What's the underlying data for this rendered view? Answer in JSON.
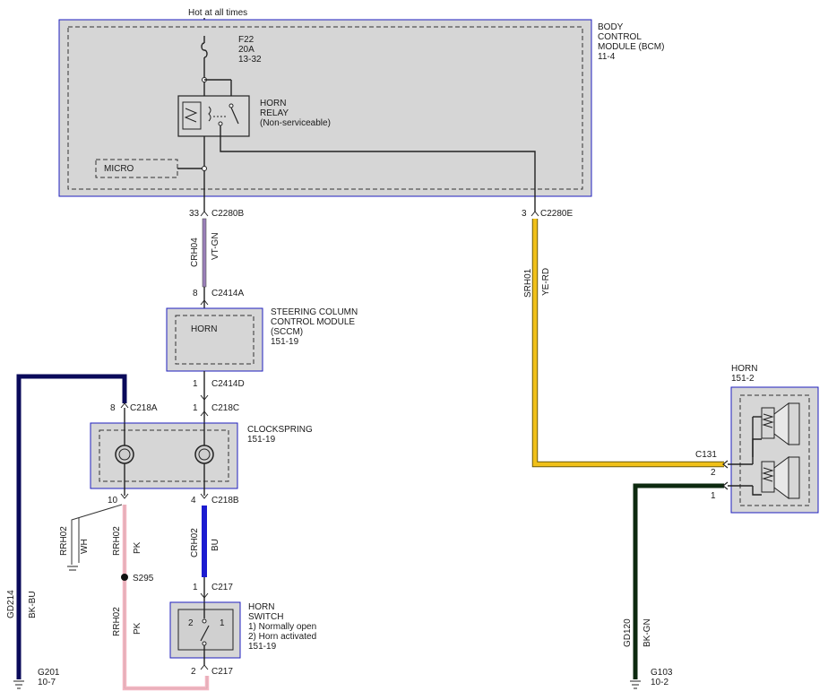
{
  "power": {
    "label": "Hot at all times"
  },
  "bcm": {
    "name": [
      "BODY",
      "CONTROL",
      "MODULE (BCM)"
    ],
    "ref": "11-4"
  },
  "fuse": {
    "id": "F22",
    "rating": "20A",
    "ref": "13-32"
  },
  "relay": {
    "lines": [
      "HORN",
      "RELAY",
      "(Non-serviceable)"
    ]
  },
  "micro": {
    "label": "MICRO"
  },
  "conn_c2280b": {
    "pin": "33",
    "name": "C2280B"
  },
  "conn_c2280e": {
    "pin": "3",
    "name": "C2280E"
  },
  "wire_crh04": {
    "circuit": "CRH04",
    "color": "VT-GN"
  },
  "wire_srh01": {
    "circuit": "SRH01",
    "color": "YE-RD"
  },
  "conn_c2414a": {
    "pin": "8",
    "name": "C2414A"
  },
  "sccm": {
    "inner": "HORN",
    "lines": [
      "STEERING COLUMN",
      "CONTROL MODULE",
      "(SCCM)",
      "151-19"
    ]
  },
  "conn_c2414d": {
    "pin": "1",
    "name": "C2414D"
  },
  "conn_c218a": {
    "pin": "8",
    "name": "C218A"
  },
  "conn_c218c": {
    "pin": "1",
    "name": "C218C"
  },
  "clockspring": {
    "lines": [
      "CLOCKSPRING",
      "151-19"
    ]
  },
  "conn_c218_10": {
    "pin": "10"
  },
  "conn_c218b": {
    "pin": "4",
    "name": "C218B"
  },
  "wire_rrh02_wh": {
    "circuit": "RRH02",
    "color": "WH"
  },
  "wire_rrh02_pk1": {
    "circuit": "RRH02",
    "color": "PK"
  },
  "wire_crh02": {
    "circuit": "CRH02",
    "color": "BU"
  },
  "splice": {
    "name": "S295"
  },
  "wire_rrh02_pk2": {
    "circuit": "RRH02",
    "color": "PK"
  },
  "conn_c217_1": {
    "pin": "1",
    "name": "C217"
  },
  "horn_switch": {
    "lines": [
      "HORN",
      "SWITCH",
      "1) Normally open",
      "2) Horn activated",
      "151-19"
    ],
    "pin_left": "2",
    "pin_right": "1"
  },
  "conn_c217_2": {
    "pin": "2",
    "name": "C217"
  },
  "wire_gd214": {
    "circuit": "GD214",
    "color": "BK-BU"
  },
  "ground_g201": {
    "name": "G201",
    "ref": "10-7"
  },
  "horn": {
    "lines": [
      "HORN",
      "151-2"
    ]
  },
  "conn_c131": {
    "name": "C131",
    "pin_top": "2",
    "pin_bottom": "1"
  },
  "wire_gd120": {
    "circuit": "GD120",
    "color": "BK-GN"
  },
  "ground_g103": {
    "name": "G103",
    "ref": "10-2"
  },
  "colors": {
    "violet_green": "#9a7fb8",
    "yellow": "#f0c018",
    "blue": "#1b1bd0",
    "pink": "#f4b6c2",
    "navy": "#0a0a5a",
    "dark_green": "#0d2a10",
    "module_fill": "#d6d6d6",
    "module_border": "#1f1fbf"
  }
}
